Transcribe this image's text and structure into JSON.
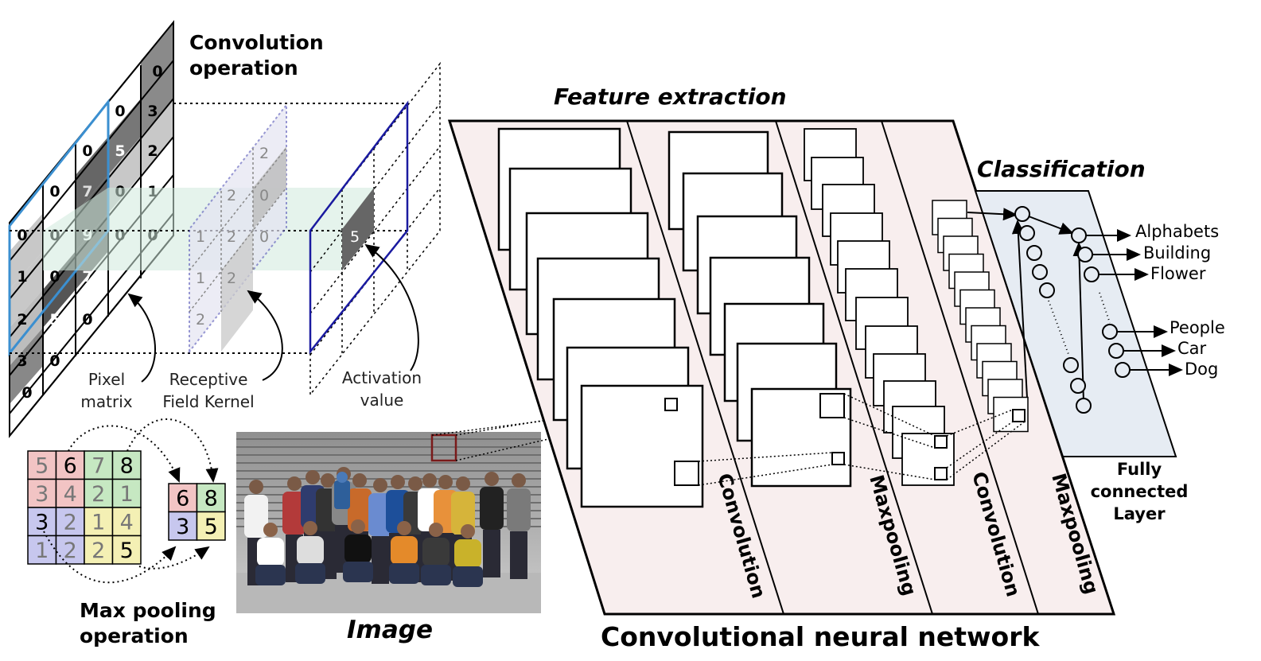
{
  "conv_op": {
    "title_line1": "Convolution",
    "title_line2": "operation",
    "pixel_matrix_label": [
      "Pixel",
      "matrix"
    ],
    "kernel_label": [
      "Receptive",
      "Field Kernel"
    ],
    "activation_label": [
      "Activation",
      "value"
    ],
    "pixel_values_col5": [
      "0",
      "3",
      "2",
      "1",
      "0"
    ],
    "pixel_values_col4": [
      "0",
      "5",
      "0",
      "0"
    ],
    "pixel_values_col3": [
      "0",
      "7",
      "9",
      "7",
      "0"
    ],
    "pixel_values_col2": [
      "0",
      "0",
      "0",
      "5",
      "0"
    ],
    "pixel_values_col1": [
      "0",
      "1",
      "2",
      "3",
      "0"
    ],
    "kernel_values": [
      "2",
      "2",
      "0",
      "1",
      "2",
      "0",
      "1",
      "2",
      "2"
    ],
    "activation_value": "5"
  },
  "max_pool": {
    "title_line1": "Max pooling",
    "title_line2": "operation",
    "input_grid": [
      [
        "5",
        "6",
        "7",
        "8"
      ],
      [
        "3",
        "4",
        "2",
        "1"
      ],
      [
        "3",
        "2",
        "1",
        "4"
      ],
      [
        "1",
        "2",
        "2",
        "5"
      ]
    ],
    "output_grid": [
      [
        "6",
        "8"
      ],
      [
        "3",
        "5"
      ]
    ],
    "colors": {
      "red": "#f2c4c4",
      "green": "#c6e8c2",
      "blue": "#c7c7ee",
      "yellow": "#f4f0b4"
    }
  },
  "image_section": {
    "label": "Image"
  },
  "cnn": {
    "feature_extraction_label": "Feature extraction",
    "classification_label": "Classification",
    "network_label": "Convolutional neural network",
    "stage_labels": [
      "Convolution",
      "Maxpooling",
      "Convolution",
      "Maxpooling"
    ],
    "fc_label": [
      "Fully",
      "connected",
      "Layer"
    ],
    "outputs": [
      "Alphabets",
      "Building",
      "Flower",
      "People",
      "Car",
      "Dog"
    ],
    "colors": {
      "panel": "#f8eeee",
      "fc_panel": "#e6ecf3"
    }
  }
}
